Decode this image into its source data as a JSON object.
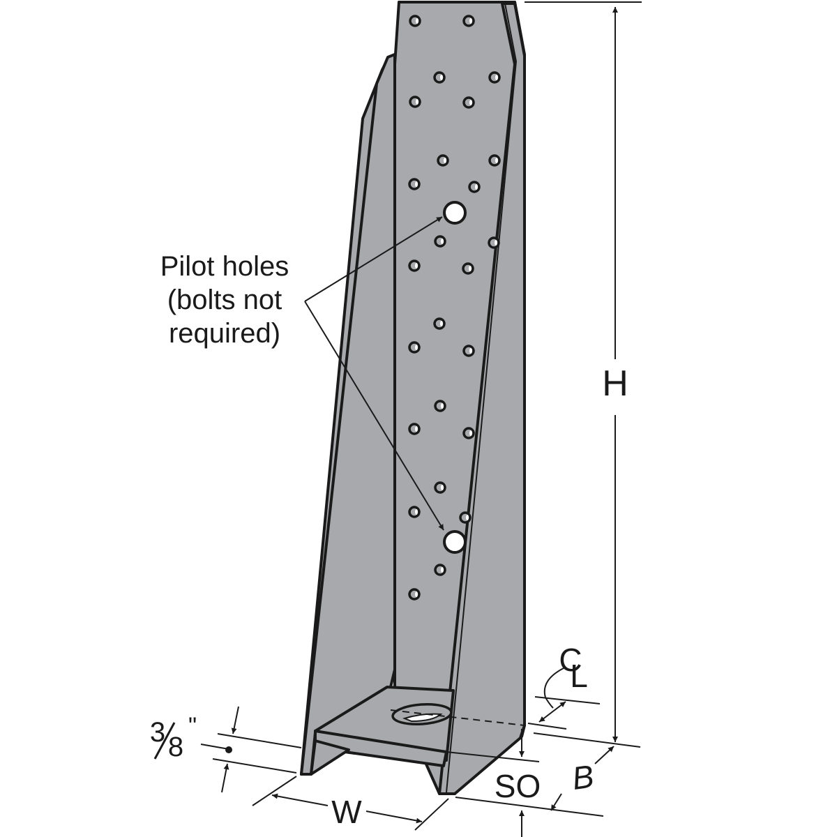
{
  "diagram": {
    "subject": "hold-down bracket",
    "colors": {
      "metal": "#a7a9ac",
      "line": "#1a1a1a",
      "background": "#ffffff",
      "pilot_hole": "#ffffff"
    },
    "callout": {
      "lines": [
        "Pilot holes",
        "(bolts not",
        "required)"
      ]
    },
    "dimensions": {
      "height": "H",
      "width": "W",
      "seat_offset": "SO",
      "base": "B",
      "centerline": "CL",
      "centerline_glyph": "℄",
      "plate_thickness_num": "3",
      "plate_thickness_den": "8",
      "plate_thickness_unit": "\""
    }
  }
}
